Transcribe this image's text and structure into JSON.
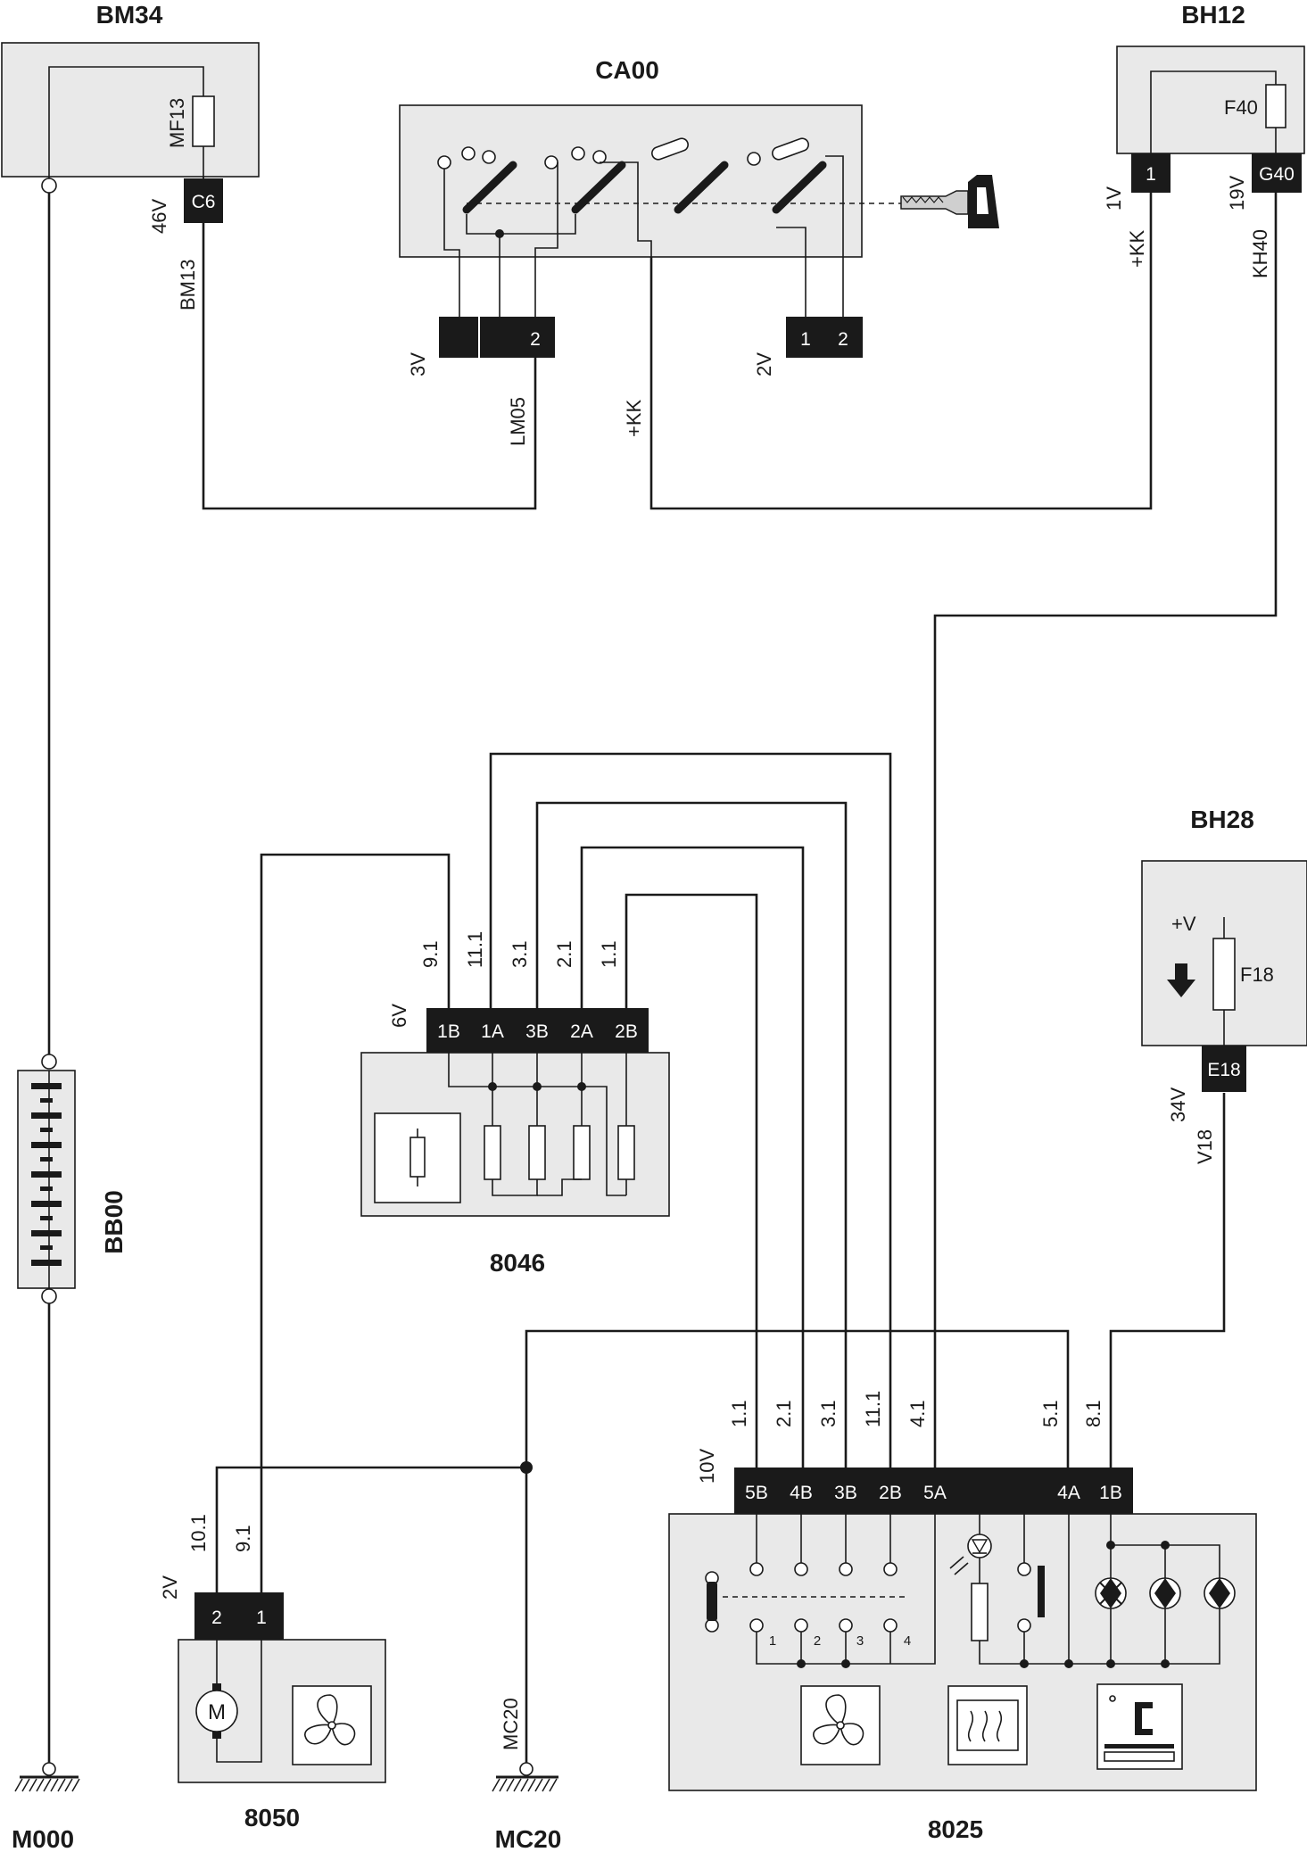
{
  "components": {
    "bm34": {
      "title": "BM34",
      "fuse": "MF13",
      "pin": "C6",
      "voltage": "46V",
      "wire": "BM13"
    },
    "ca00": {
      "title": "CA00",
      "conn_left_voltage": "3V",
      "conn_left_pin": "2",
      "conn_right_voltage": "2V",
      "conn_right_pins": [
        "1",
        "2"
      ],
      "wire_lm05": "LM05",
      "wire_kk": "+KK"
    },
    "bh12": {
      "title": "BH12",
      "fuse": "F40",
      "pin_left": "1",
      "pin_right": "G40",
      "voltage_left": "1V",
      "voltage_right": "19V",
      "wire_left": "+KK",
      "wire_right": "KH40"
    },
    "bh28": {
      "title": "BH28",
      "supply": "+V",
      "fuse": "F18",
      "pin": "E18",
      "voltage": "34V",
      "wire": "V18"
    },
    "bb00": {
      "title": "BB00"
    },
    "c8046": {
      "title": "8046",
      "voltage": "6V",
      "pins": [
        "1B",
        "1A",
        "3B",
        "2A",
        "2B"
      ],
      "wires": [
        "9.1",
        "11.1",
        "3.1",
        "2.1",
        "1.1"
      ]
    },
    "c8050": {
      "title": "8050",
      "voltage": "2V",
      "pins": [
        "2",
        "1"
      ],
      "wires": [
        "10.1",
        "9.1"
      ],
      "motor": "M"
    },
    "c8025": {
      "title": "8025",
      "voltage": "10V",
      "pins": [
        "5B",
        "4B",
        "3B",
        "2B",
        "5A",
        "",
        "",
        "4A",
        "1B"
      ],
      "wires": [
        "1.1",
        "2.1",
        "3.1",
        "11.1",
        "4.1",
        "5.1",
        "8.1"
      ],
      "switch_positions": [
        "1",
        "2",
        "3",
        "4"
      ]
    },
    "grounds": {
      "m000": "M000",
      "mc20": "MC20",
      "mc20_wire": "MC20"
    }
  },
  "icons": [
    "fuse-icon",
    "key-icon",
    "motor-icon",
    "fan-icon",
    "heater-icon",
    "display-icon",
    "lamp-icon",
    "ground-icon",
    "led-icon"
  ]
}
